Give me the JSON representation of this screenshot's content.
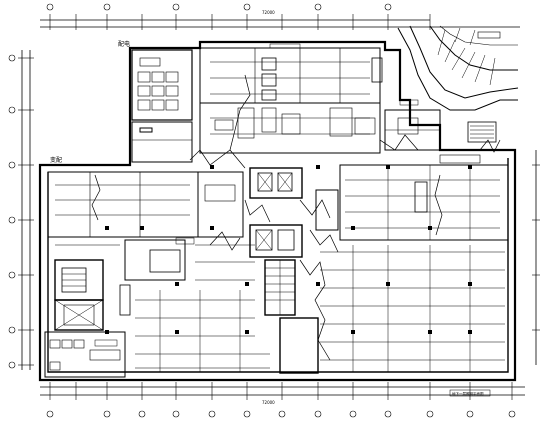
{
  "drawing": {
    "room_label_top": "配电",
    "room_label_left": "变配",
    "dimension_top_total": "72000",
    "dimension_bottom_total": "72000",
    "note_bottom_right": "地下一层照明平面图"
  },
  "colors": {
    "line": "#000000",
    "background": "#ffffff"
  }
}
